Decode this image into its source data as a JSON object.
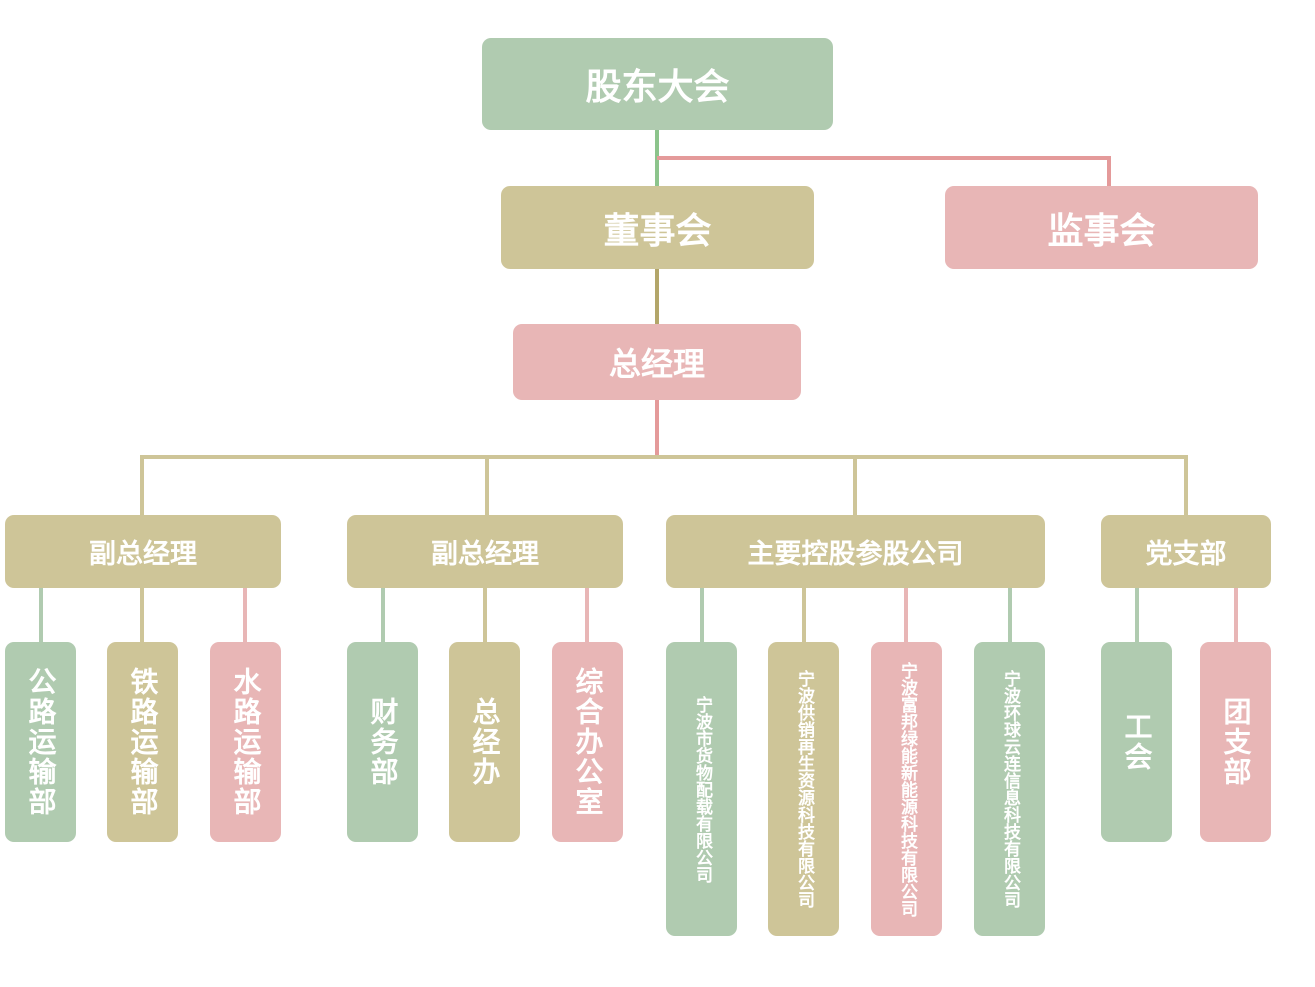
{
  "colors": {
    "green": "#b0cbb0",
    "khaki": "#cec598",
    "pink": "#e8b6b6",
    "line_green": "#8cc48c",
    "line_khaki": "#b3a66a",
    "line_pink": "#e49a9a"
  },
  "top": {
    "shareholders": "股东大会",
    "board": "董事会",
    "supervisors": "监事会",
    "gm": "总经理"
  },
  "branches": [
    {
      "title": "副总经理",
      "children": [
        "公路运输部",
        "铁路运输部",
        "水路运输部"
      ]
    },
    {
      "title": "副总经理",
      "children": [
        "财务部",
        "总经办",
        "综合办公室"
      ]
    },
    {
      "title": "主要控股参股公司",
      "children": [
        "宁波市货物配载有限公司",
        "宁波供销再生资源科技有限公司",
        "宁波富邦绿能新能源科技有限公司",
        "宁波环球云连信息科技有限公司"
      ]
    },
    {
      "title": "党支部",
      "children": [
        "工会",
        "团支部"
      ]
    }
  ]
}
